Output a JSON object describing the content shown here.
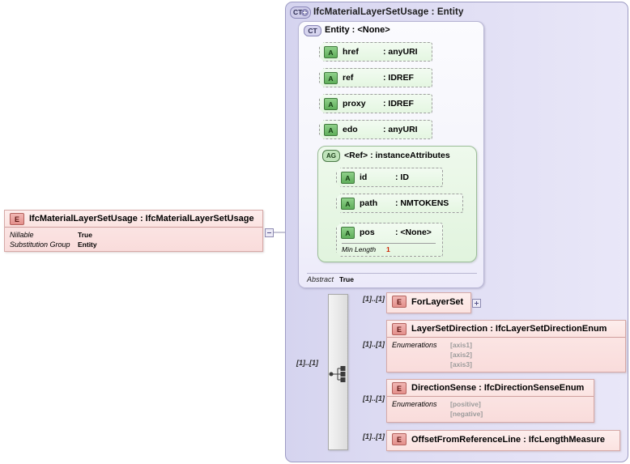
{
  "diagram": {
    "type": "xsd-schema-diagram",
    "root_element": {
      "badge": "E",
      "title": "IfcMaterialLayerSetUsage : IfcMaterialLayerSetUsage",
      "properties": [
        {
          "key": "Nillable",
          "value": "True"
        },
        {
          "key": "Substitution Group",
          "value": "Entity"
        }
      ],
      "collapse_control": "minus"
    },
    "complex_type": {
      "badge": "CT",
      "badge_control": "plus",
      "title": "IfcMaterialLayerSetUsage : Entity"
    },
    "base_type": {
      "badge": "CT",
      "title": "Entity    : <None>",
      "footer": {
        "key": "Abstract",
        "value": "True"
      },
      "attributes": [
        {
          "badge": "A",
          "name": "href",
          "type": ": anyURI"
        },
        {
          "badge": "A",
          "name": "ref",
          "type": ": IDREF"
        },
        {
          "badge": "A",
          "name": "proxy",
          "type": ": IDREF"
        },
        {
          "badge": "A",
          "name": "edo",
          "type": ": anyURI"
        }
      ],
      "attribute_group": {
        "badge": "AG",
        "title": "<Ref>     : instanceAttributes",
        "attributes": [
          {
            "badge": "A",
            "name": "id",
            "type": ": ID"
          },
          {
            "badge": "A",
            "name": "path",
            "type": ": NMTOKENS"
          },
          {
            "badge": "A",
            "name": "pos",
            "type": ": <None>"
          }
        ],
        "facet": {
          "key": "Min Length",
          "value": "1"
        }
      }
    },
    "sequence": {
      "icon": "sequence-icon",
      "root_cardinality": "[1]..[1]",
      "children": [
        {
          "badge": "E",
          "title": "ForLayerSet",
          "cardinality": "[1]..[1]",
          "expand_control": "plus",
          "properties": []
        },
        {
          "badge": "E",
          "title": "LayerSetDirection : IfcLayerSetDirectionEnum",
          "cardinality": "[1]..[1]",
          "enumerations_label": "Enumerations",
          "enumerations": [
            "[axis1]",
            "[axis2]",
            "[axis3]"
          ]
        },
        {
          "badge": "E",
          "title": "DirectionSense : IfcDirectionSenseEnum",
          "cardinality": "[1]..[1]",
          "enumerations_label": "Enumerations",
          "enumerations": [
            "[positive]",
            "[negative]"
          ]
        },
        {
          "badge": "E",
          "title": "OffsetFromReferenceLine : IfcLengthMeasure",
          "cardinality": "[1]..[1]",
          "enumerations": []
        }
      ]
    },
    "colors": {
      "container_purple": "#d5d4ef",
      "element_pink": "#fce9e8",
      "attribute_green": "#e4f6e1",
      "facet_red": "#cc2200",
      "enum_gray": "#9b9b9b"
    }
  }
}
